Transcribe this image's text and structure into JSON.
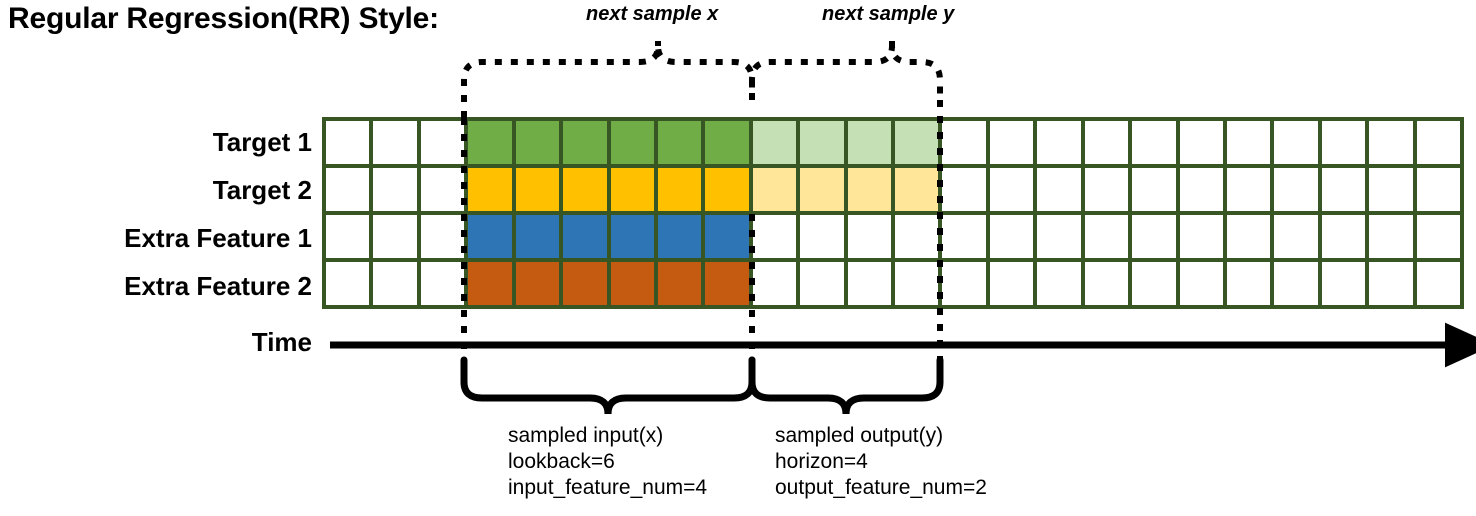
{
  "title": "Regular Regression(RR) Style:",
  "row_labels": [
    "Target 1",
    "Target 2",
    "Extra Feature 1",
    "Extra Feature 2"
  ],
  "time_axis": {
    "label": "Time"
  },
  "top_annotations": [
    {
      "text": "next sample x"
    },
    {
      "text": "next sample y"
    }
  ],
  "bottom_annotations": [
    {
      "line1": "sampled input(x)",
      "line2": "lookback=6",
      "line3": "input_feature_num=4"
    },
    {
      "line1": "sampled output(y)",
      "line2": "horizon=4",
      "line3": "output_feature_num=2"
    }
  ],
  "grid": {
    "columns": 24,
    "rows": 4,
    "blank_prefix": 3,
    "input_window": {
      "start": 3,
      "length": 6
    },
    "output_window": {
      "start": 9,
      "length": 4
    },
    "trailing_blank": 11,
    "row_fills": [
      [
        "white",
        "white",
        "white",
        "green",
        "green",
        "green",
        "green",
        "green",
        "green",
        "greenlt",
        "greenlt",
        "greenlt",
        "greenlt",
        "white",
        "white",
        "white",
        "white",
        "white",
        "white",
        "white",
        "white",
        "white",
        "white",
        "white"
      ],
      [
        "white",
        "white",
        "white",
        "yellow",
        "yellow",
        "yellow",
        "yellow",
        "yellow",
        "yellow",
        "yellowlt",
        "yellowlt",
        "yellowlt",
        "yellowlt",
        "white",
        "white",
        "white",
        "white",
        "white",
        "white",
        "white",
        "white",
        "white",
        "white",
        "white"
      ],
      [
        "white",
        "white",
        "white",
        "blue",
        "blue",
        "blue",
        "blue",
        "blue",
        "blue",
        "white",
        "white",
        "white",
        "white",
        "white",
        "white",
        "white",
        "white",
        "white",
        "white",
        "white",
        "white",
        "white",
        "white",
        "white"
      ],
      [
        "white",
        "white",
        "white",
        "orange",
        "orange",
        "orange",
        "orange",
        "orange",
        "orange",
        "white",
        "white",
        "white",
        "white",
        "white",
        "white",
        "white",
        "white",
        "white",
        "white",
        "white",
        "white",
        "white",
        "white",
        "white"
      ]
    ]
  },
  "colors": {
    "grid_line": "#375623",
    "green": "#70AD47",
    "green_light": "#C5E0B4",
    "yellow": "#FFC000",
    "yellow_light": "#FFE699",
    "blue": "#2E75B6",
    "orange": "#C55A11",
    "stroke": "#000000"
  }
}
